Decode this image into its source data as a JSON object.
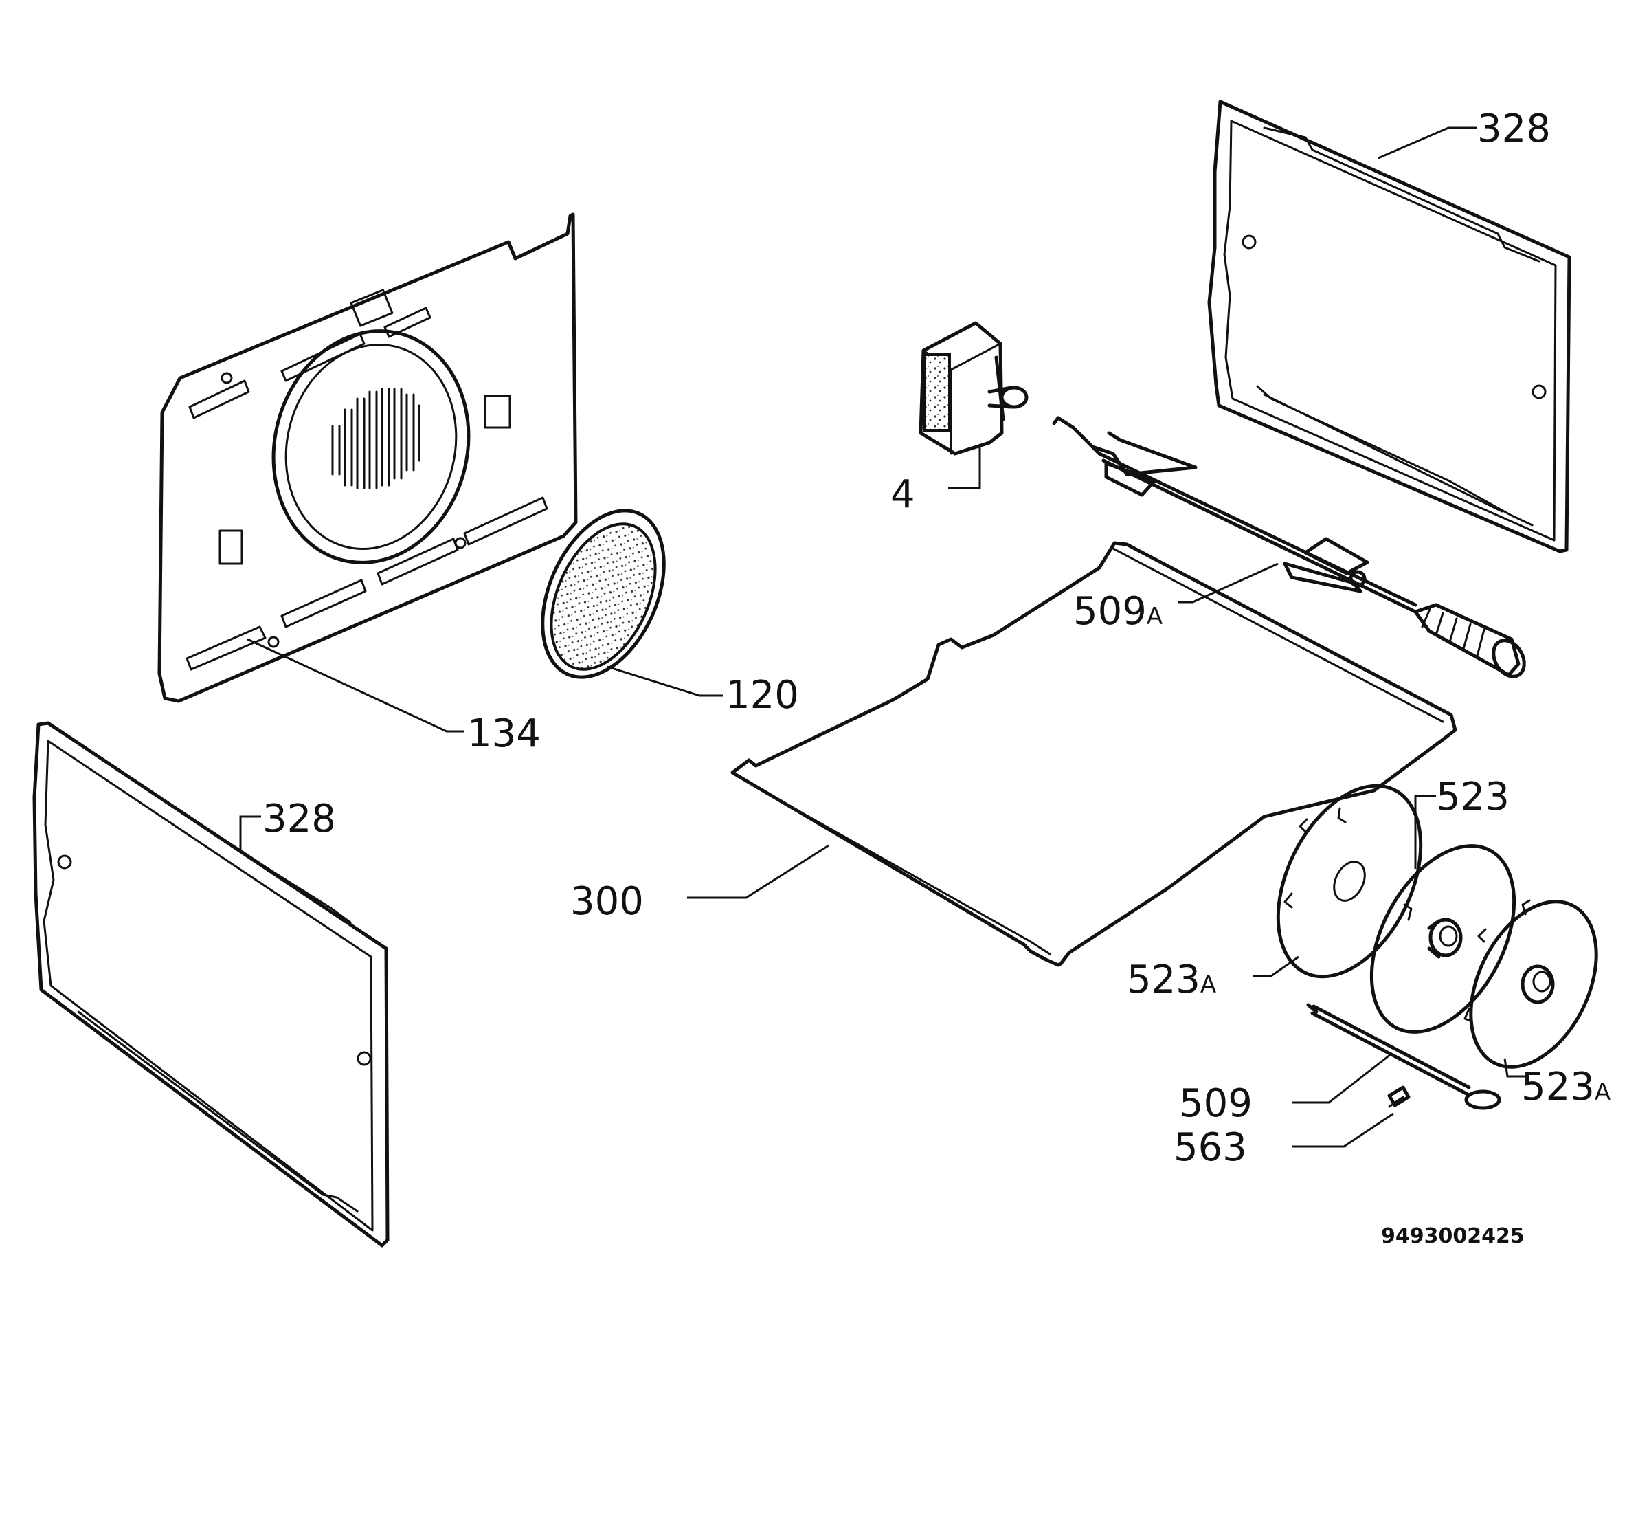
{
  "labels": {
    "rear_frame": "328",
    "front_frame": "328",
    "fan_cover": "134",
    "filter": "120",
    "motor": "4",
    "spit_holder": "509",
    "spit_holder_suffix": "A",
    "shelf": "300",
    "disc": "523",
    "disc_left": "523",
    "disc_left_suffix": "A",
    "disc_right": "523",
    "disc_right_suffix": "A",
    "spit": "509",
    "screw": "563"
  },
  "drawing_code": "9493002425"
}
